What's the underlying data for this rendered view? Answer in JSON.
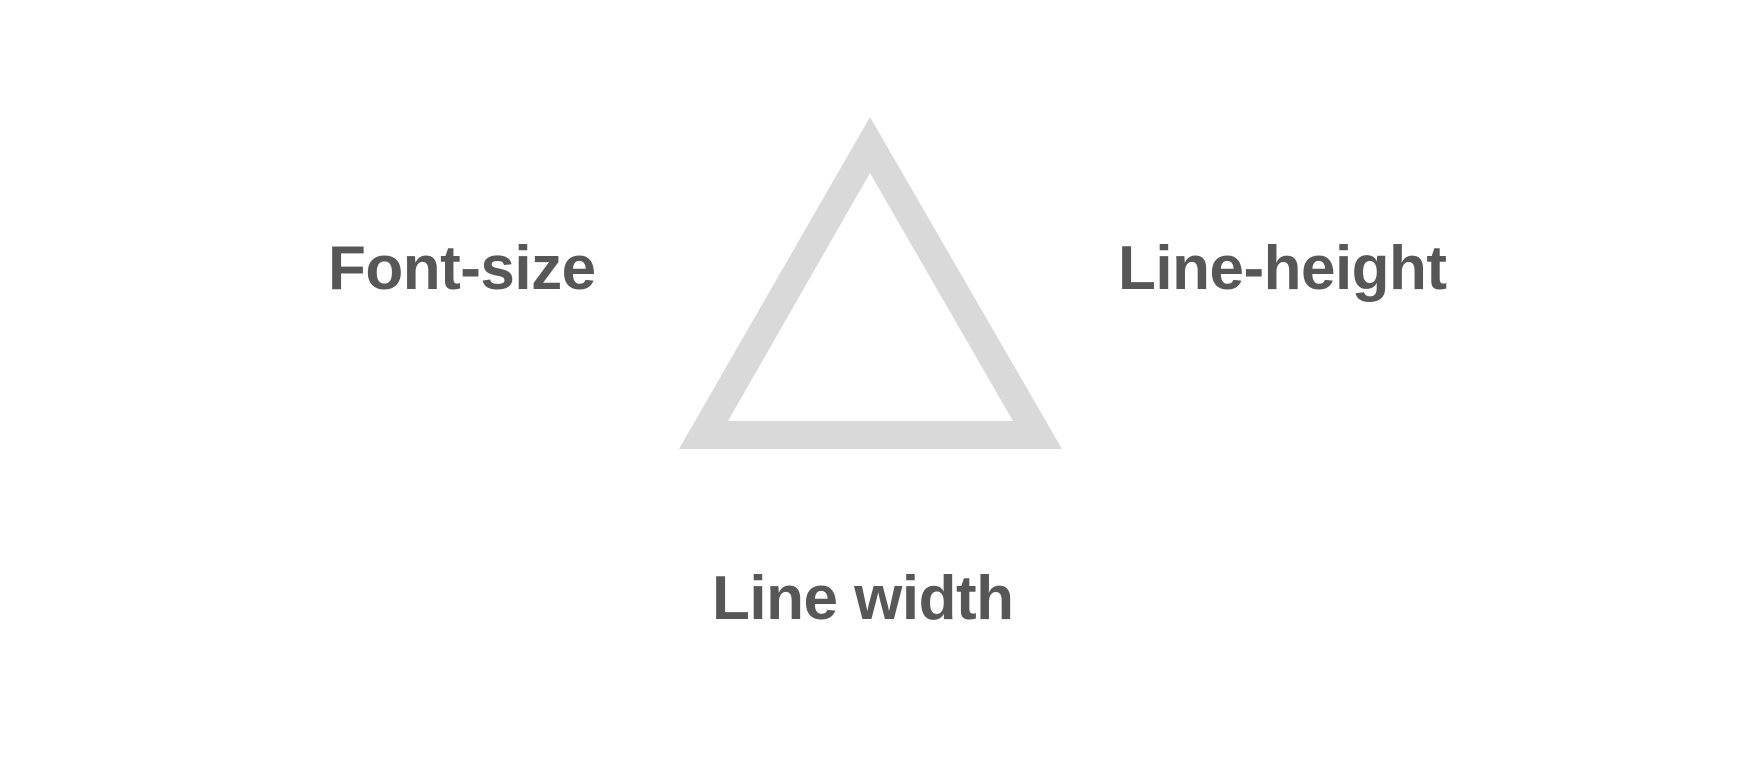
{
  "diagram": {
    "labels": {
      "font_size": "Font-size",
      "line_height": "Line-height",
      "line_width": "Line width"
    },
    "colors": {
      "text": "#575757",
      "triangle": "#d9d9d9",
      "background": "#ffffff"
    }
  }
}
